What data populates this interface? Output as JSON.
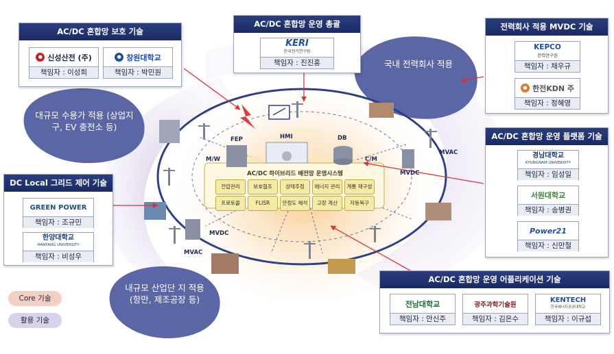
{
  "center_system": {
    "title": "AC/DC 하이브리드 배전망 운영시스템",
    "functions": [
      "전압관리",
      "보호협조",
      "상태추정",
      "에너지 관리",
      "계통 재구성",
      "프로토콜",
      "FLISR",
      "안정도 해석",
      "고장 계산",
      "자동복구"
    ],
    "modules": [
      "FEP",
      "HMI",
      "DB",
      "M/W",
      "C/M"
    ]
  },
  "network_labels": [
    "MVDC",
    "MVAC",
    "MVDC",
    "MVAC"
  ],
  "application_blobs": [
    "국내 전력회사 적용",
    "대규모 수용가 적용 (상업지구, EV 충전소 등)",
    "내규모 산업단 지 적용 (항만, 제조공장 등)"
  ],
  "panels": {
    "protection": {
      "title": "AC/DC 혼합망 보호 기술",
      "orgs": [
        {
          "logo": "신성산전 (주)",
          "responsible": "책임자 : 이성희"
        },
        {
          "logo": "창원대학교",
          "responsible": "책임자 : 박민원"
        }
      ]
    },
    "operation_lead": {
      "title": "AC/DC 혼합망 운영 총괄",
      "orgs": [
        {
          "logo": "KERI",
          "logo_sub": "한국전기연구원",
          "responsible": "책임자 : 진진홍"
        }
      ]
    },
    "utility_mvdc": {
      "title": "전력회사 적용 MVDC 기술",
      "orgs": [
        {
          "logo": "KEPCO",
          "logo_sub": "전력연구원",
          "responsible": "책임자 : 채우규"
        },
        {
          "logo": "한전KDN 주",
          "responsible": "책임자 : 정혜영"
        }
      ]
    },
    "platform": {
      "title": "AC/DC 혼합망 운영 플랫폼 기술",
      "orgs": [
        {
          "logo": "경남대학교",
          "logo_sub": "KYUNGNAM UNIVERSITY",
          "responsible": "책임자 : 임성일"
        },
        {
          "logo": "서원대학교",
          "responsible": "책임자 : 송병권"
        },
        {
          "logo": "Power21",
          "responsible": "책임자 : 신만철"
        }
      ]
    },
    "dc_local": {
      "title": "DC Local 그리드 제어 기술",
      "orgs": [
        {
          "logo": "GREEN POWER",
          "responsible": "책임자 : 조규민"
        },
        {
          "logo": "한양대학교",
          "logo_sub": "HANYANG UNIVERSITY",
          "responsible": "책임자 : 비성우"
        }
      ]
    },
    "application": {
      "title": "AC/DC 혼합망 운영 어플리케이션 기술",
      "orgs": [
        {
          "logo": "전남대학교",
          "responsible": "책임자 : 안신주"
        },
        {
          "logo": "광주과학기술원",
          "responsible": "책임자 : 김은수"
        },
        {
          "logo": "KENTECH",
          "logo_sub": "한국에너지공과대학교",
          "responsible": "책임자 : 이규섭"
        }
      ]
    }
  },
  "legend": {
    "core": "Core 기술",
    "applied": "활용 기술"
  },
  "colors": {
    "panel_header": "#1f2f6e",
    "ring": "#2d3f87",
    "blob": "#5b66a4",
    "glow": "#f3b55c",
    "function_button": "#f6eba6",
    "core_pill": "#f6cfc4",
    "applied_pill": "#d9d2ea",
    "arrow": "#d6333a"
  }
}
